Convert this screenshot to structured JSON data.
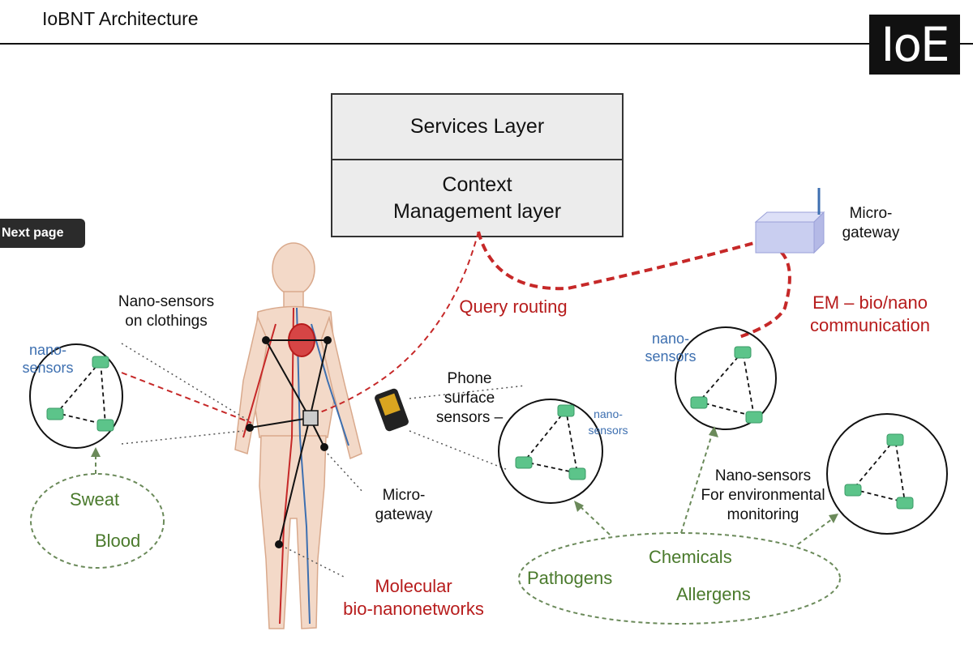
{
  "header": {
    "title": "IoBNT Architecture",
    "logo_text": "IoE"
  },
  "stack": {
    "services_layer": "Services Layer",
    "context_layer": "Context\nManagement layer"
  },
  "nav": {
    "next_page": "Next page"
  },
  "labels": {
    "micro_gateway_top": "Micro-\ngateway",
    "micro_gateway_body": "Micro-\ngateway",
    "nano_on_clothing": "Nano-sensors\non clothings",
    "nano_left": "nano-\nsensors",
    "nano_right": "nano-\nsensors",
    "nano_phone": "nano-\nsensors",
    "phone_sensors": "Phone\nsurface\nsensors –",
    "query_routing": "Query routing",
    "em_comm": "EM – bio/nano\ncommunication",
    "env_monitoring": "Nano-sensors\nFor environmental\nmonitoring",
    "molecular": "Molecular\nbio-nanonetworks"
  },
  "sources": {
    "body": [
      "Sweat",
      "Blood"
    ],
    "environment": [
      "Pathogens",
      "Chemicals",
      "Allergens"
    ]
  },
  "colors": {
    "red_link": "#c62828",
    "green": "#4a7a2c",
    "blue": "#3d6fb0",
    "sensor": "#5cc48a"
  }
}
